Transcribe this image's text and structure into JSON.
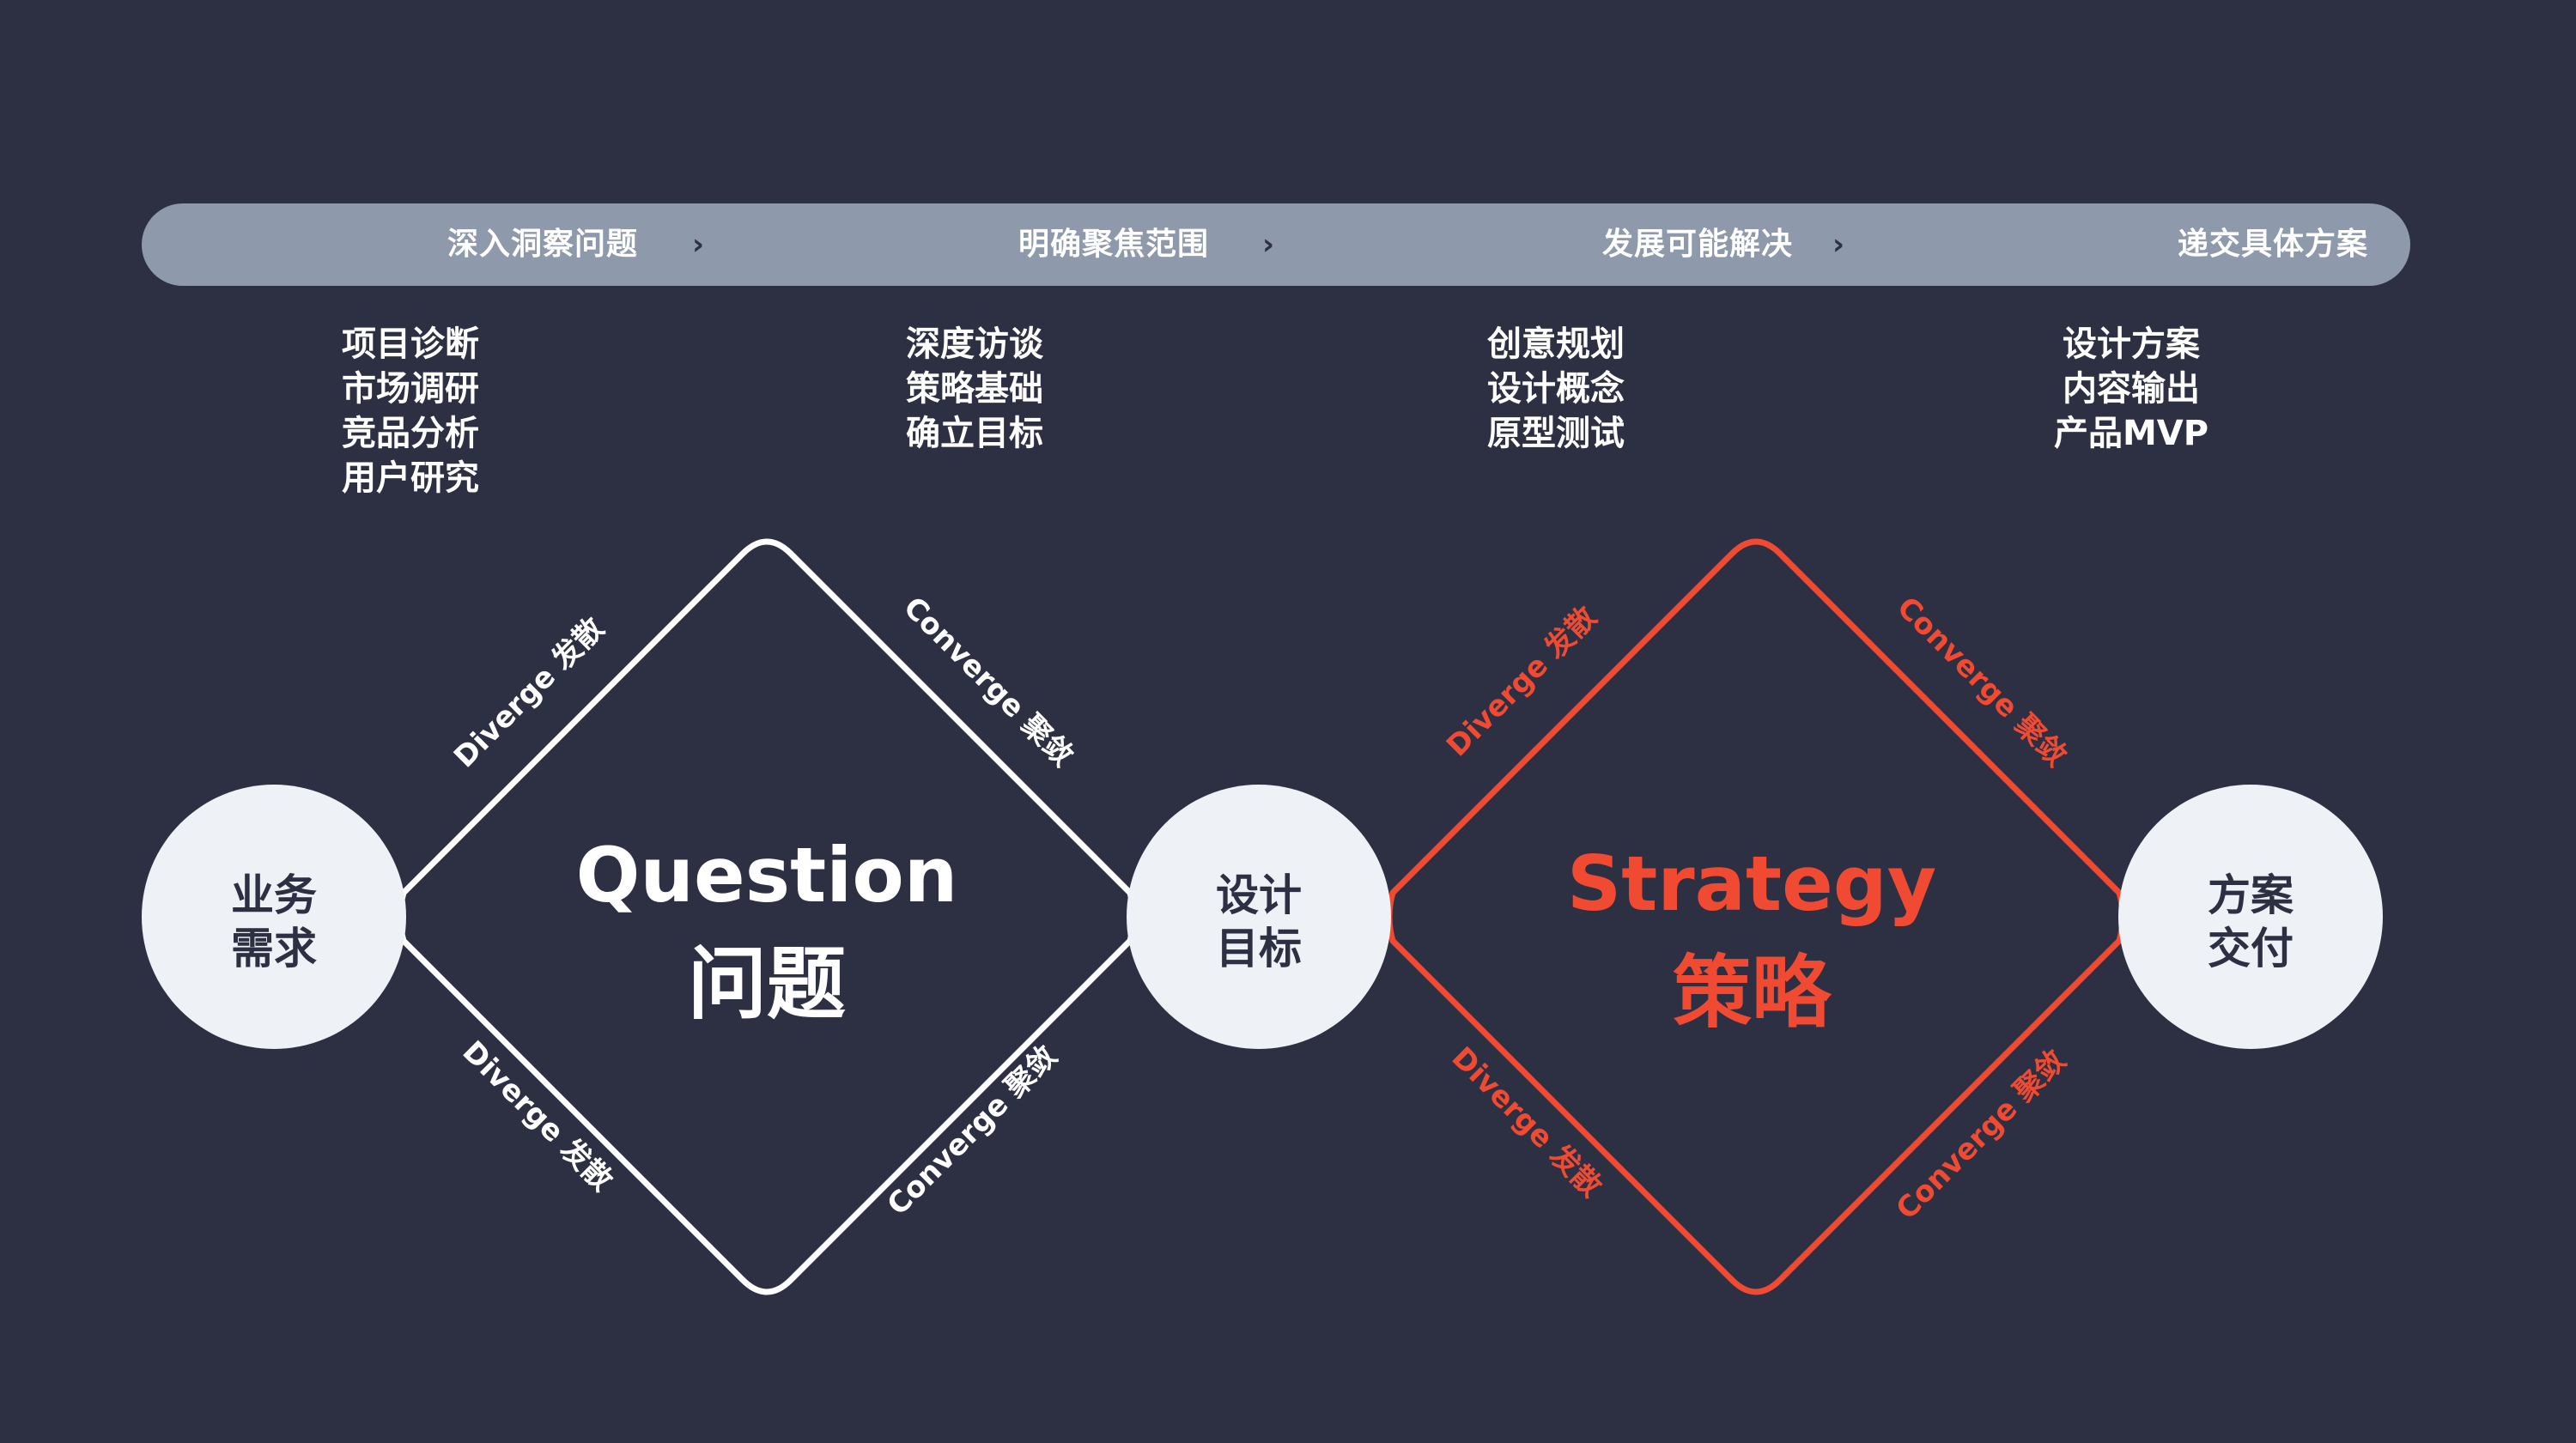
{
  "colors": {
    "background": "#2d2f42",
    "stage_bar": "#8e99ab",
    "node_fill": "#eef1f5",
    "white": "#ffffff",
    "accent": "#f04b32"
  },
  "stages": [
    {
      "label": "深入洞察问题",
      "chevron": "›"
    },
    {
      "label": "明确聚焦范围",
      "chevron": "›"
    },
    {
      "label": "发展可能解决",
      "chevron": "›"
    },
    {
      "label": "递交具体方案"
    }
  ],
  "activities": [
    {
      "items": [
        "项目诊断",
        "市场调研",
        "竞品分析",
        "用户研究"
      ]
    },
    {
      "items": [
        "深度访谈",
        "策略基础",
        "确立目标"
      ]
    },
    {
      "items": [
        "创意规划",
        "设计概念",
        "原型测试"
      ]
    },
    {
      "items": [
        "设计方案",
        "内容输出",
        "产品MVP"
      ]
    }
  ],
  "nodes": [
    {
      "line1": "业务",
      "line2": "需求"
    },
    {
      "line1": "设计",
      "line2": "目标"
    },
    {
      "line1": "方案",
      "line2": "交付"
    }
  ],
  "diamonds": {
    "question": {
      "title_en": "Question",
      "title_zh": "问题",
      "diverge_top": "Diverge 发散",
      "converge_top": "Converge 聚敛",
      "diverge_bottom": "Diverge 发散",
      "converge_bottom": "Converge 聚敛"
    },
    "strategy": {
      "title_en": "Strategy",
      "title_zh": "策略",
      "diverge_top": "Diverge 发散",
      "converge_top": "Converge 聚敛",
      "diverge_bottom": "Diverge 发散",
      "converge_bottom": "Converge 聚敛"
    }
  }
}
